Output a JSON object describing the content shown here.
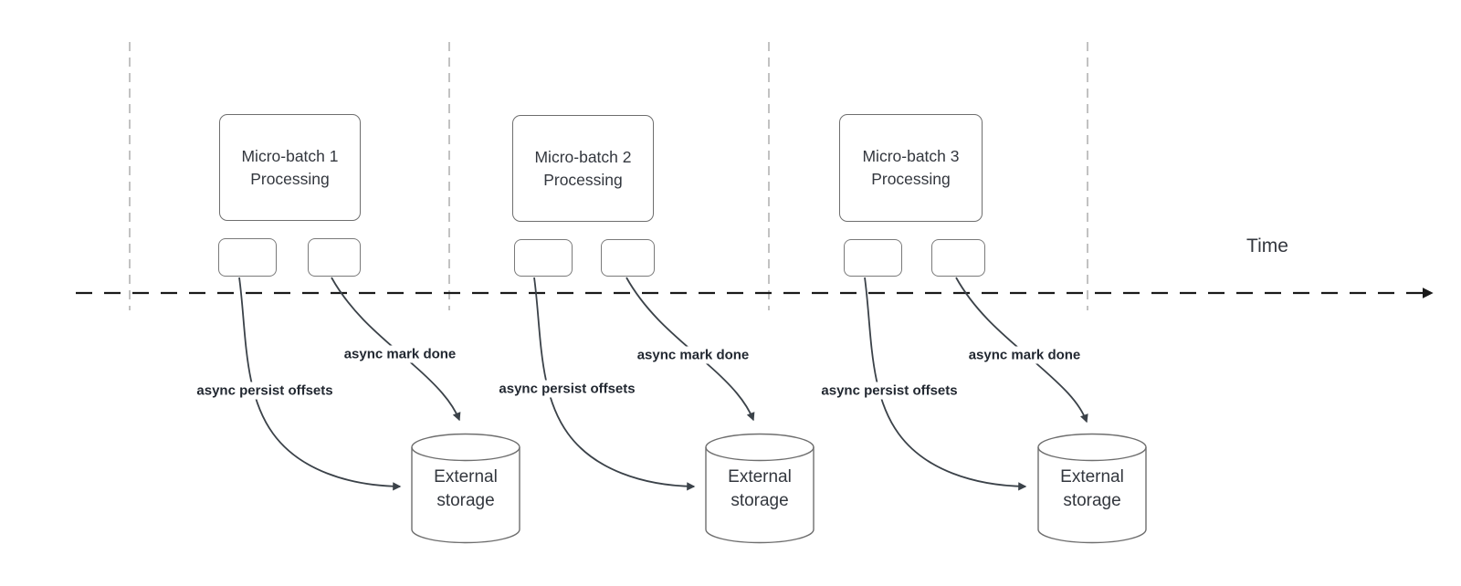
{
  "diagram": {
    "time_axis_label": "Time",
    "batches": [
      {
        "processing_label": "Micro-batch 1\nProcessing",
        "persist_offsets_label": "async persist offsets",
        "mark_done_label": "async mark done",
        "storage_label": "External\nstorage"
      },
      {
        "processing_label": "Micro-batch 2\nProcessing",
        "persist_offsets_label": "async persist offsets",
        "mark_done_label": "async mark done",
        "storage_label": "External\nstorage"
      },
      {
        "processing_label": "Micro-batch 3\nProcessing",
        "persist_offsets_label": "async persist offsets",
        "mark_done_label": "async mark done",
        "storage_label": "External\nstorage"
      }
    ],
    "colors": {
      "arrow_stroke": "#3b4249",
      "timeline_stroke": "#1a1a1a",
      "gridline_stroke": "#a9a9a9",
      "shape_stroke": "#6e6e6e",
      "text": "#33373e"
    }
  }
}
